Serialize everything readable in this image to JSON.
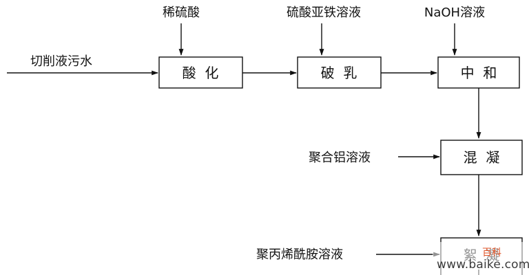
{
  "inputs": {
    "wastewater": "切削液污水",
    "sulfuric_acid": "稀硫酸",
    "ferrous_sulfate": "硫酸亚铁溶液",
    "naoh": "NaOH溶液",
    "pac": "聚合铝溶液",
    "pam": "聚丙烯酰胺溶液"
  },
  "steps": {
    "acidify": "酸  化",
    "demulsify": "破  乳",
    "neutralize": "中  和",
    "coagulate": "混  凝",
    "flocculate": "絮  凝"
  },
  "watermark": {
    "cn": "百科",
    "url": "www.baike.com"
  }
}
